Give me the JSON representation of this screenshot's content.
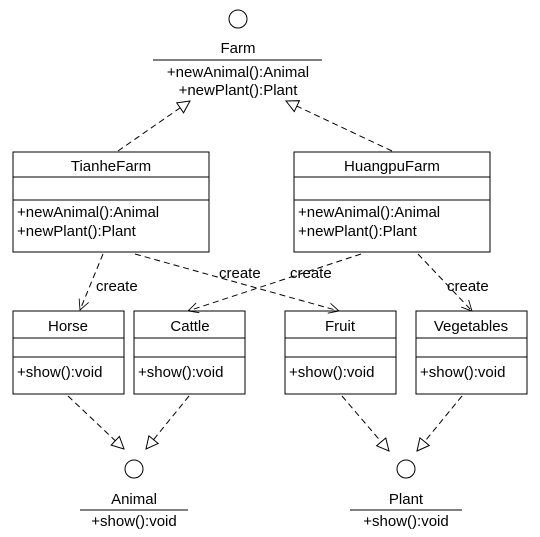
{
  "interfaces": {
    "farm": {
      "name": "Farm",
      "methods": [
        "+newAnimal():Animal",
        "+newPlant():Plant"
      ]
    },
    "animal": {
      "name": "Animal",
      "methods": [
        "+show():void"
      ]
    },
    "plant": {
      "name": "Plant",
      "methods": [
        "+show():void"
      ]
    }
  },
  "classes": {
    "tianhe": {
      "name": "TianheFarm",
      "methods": [
        "+newAnimal():Animal",
        "+newPlant():Plant"
      ]
    },
    "huangpu": {
      "name": "HuangpuFarm",
      "methods": [
        "+newAnimal():Animal",
        "+newPlant():Plant"
      ]
    },
    "horse": {
      "name": "Horse",
      "methods": [
        "+show():void"
      ]
    },
    "cattle": {
      "name": "Cattle",
      "methods": [
        "+show():void"
      ]
    },
    "fruit": {
      "name": "Fruit",
      "methods": [
        "+show():void"
      ]
    },
    "vegetables": {
      "name": "Vegetables",
      "methods": [
        "+show():void"
      ]
    }
  },
  "dependency_labels": {
    "tianhe_horse": "create",
    "tianhe_fruit": "create",
    "huangpu_cattle": "create",
    "huangpu_vegetables": "create"
  }
}
